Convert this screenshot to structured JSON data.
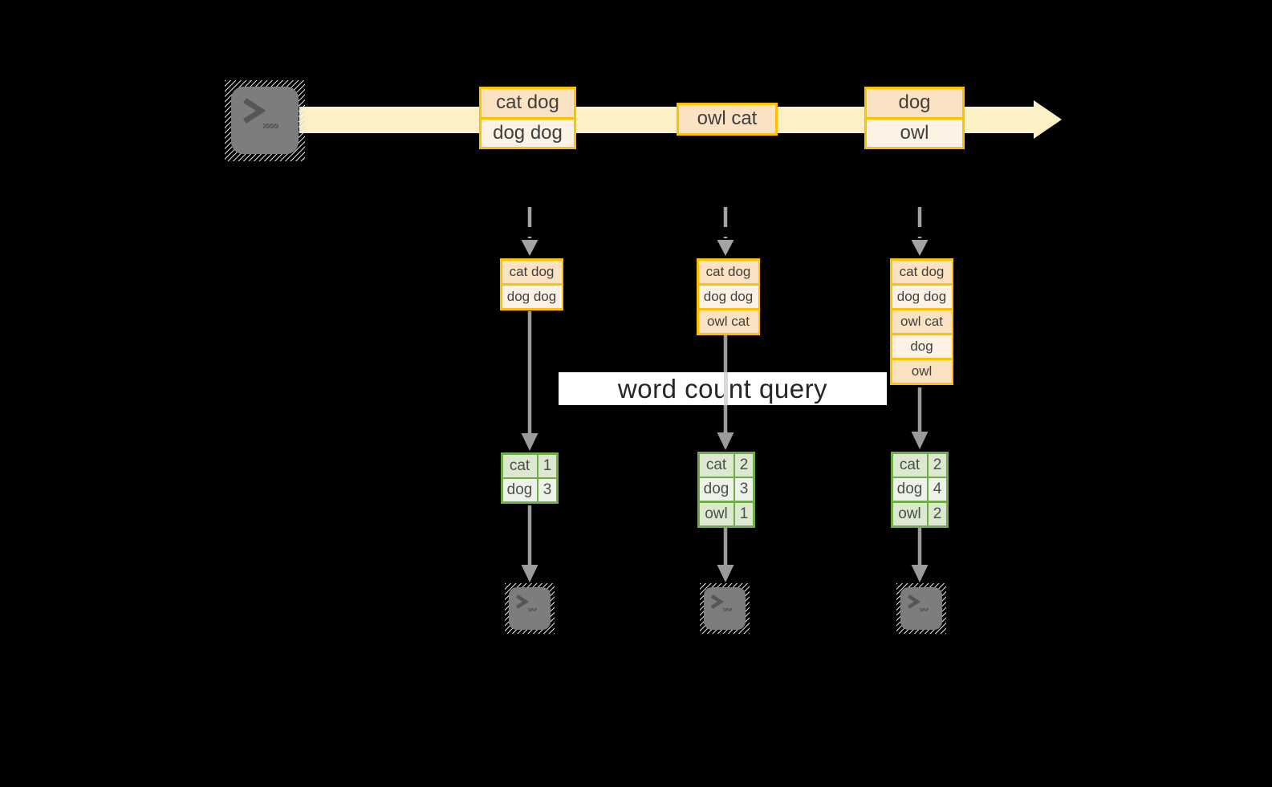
{
  "banner": {
    "label": "word count query"
  },
  "stream_messages": [
    {
      "cells": [
        "cat dog",
        "dog dog"
      ]
    },
    {
      "cells": [
        "owl cat"
      ]
    },
    {
      "cells": [
        "dog",
        "owl"
      ]
    }
  ],
  "state_buffers": [
    {
      "cells": [
        "cat dog",
        "dog dog"
      ]
    },
    {
      "cells": [
        "cat dog",
        "dog dog",
        "owl cat"
      ]
    },
    {
      "cells": [
        "cat dog",
        "dog dog",
        "owl cat",
        "dog",
        "owl"
      ]
    }
  ],
  "count_tables": [
    {
      "rows": [
        {
          "word": "cat",
          "count": "1"
        },
        {
          "word": "dog",
          "count": "3"
        }
      ]
    },
    {
      "rows": [
        {
          "word": "cat",
          "count": "2"
        },
        {
          "word": "dog",
          "count": "3"
        },
        {
          "word": "owl",
          "count": "1"
        }
      ]
    },
    {
      "rows": [
        {
          "word": "cat",
          "count": "2"
        },
        {
          "word": "dog",
          "count": "4"
        },
        {
          "word": "owl",
          "count": "2"
        }
      ]
    }
  ],
  "icons": {
    "source": "terminal-icon",
    "sinks": [
      "terminal-icon",
      "terminal-icon",
      "terminal-icon"
    ],
    "stream_arrowhead": "right-arrowhead",
    "dashed_arrows": "down-arrow-dashed",
    "solid_arrows": "down-arrow"
  },
  "colors": {
    "background": "#000000",
    "stream_band": "#FCF0C6",
    "box_border": "#FFC000",
    "box_fill_dark": "#FBE2C2",
    "box_fill_light": "#FDF2E4",
    "table_border": "#70AD47",
    "table_fill_dark": "#DCE8D0",
    "table_fill_light": "#EDF3E9",
    "arrow_gray": "#999999",
    "terminal_gray": "#7D7D7D",
    "banner_bg": "#FFFFFF",
    "text": "#3F3F3F"
  }
}
